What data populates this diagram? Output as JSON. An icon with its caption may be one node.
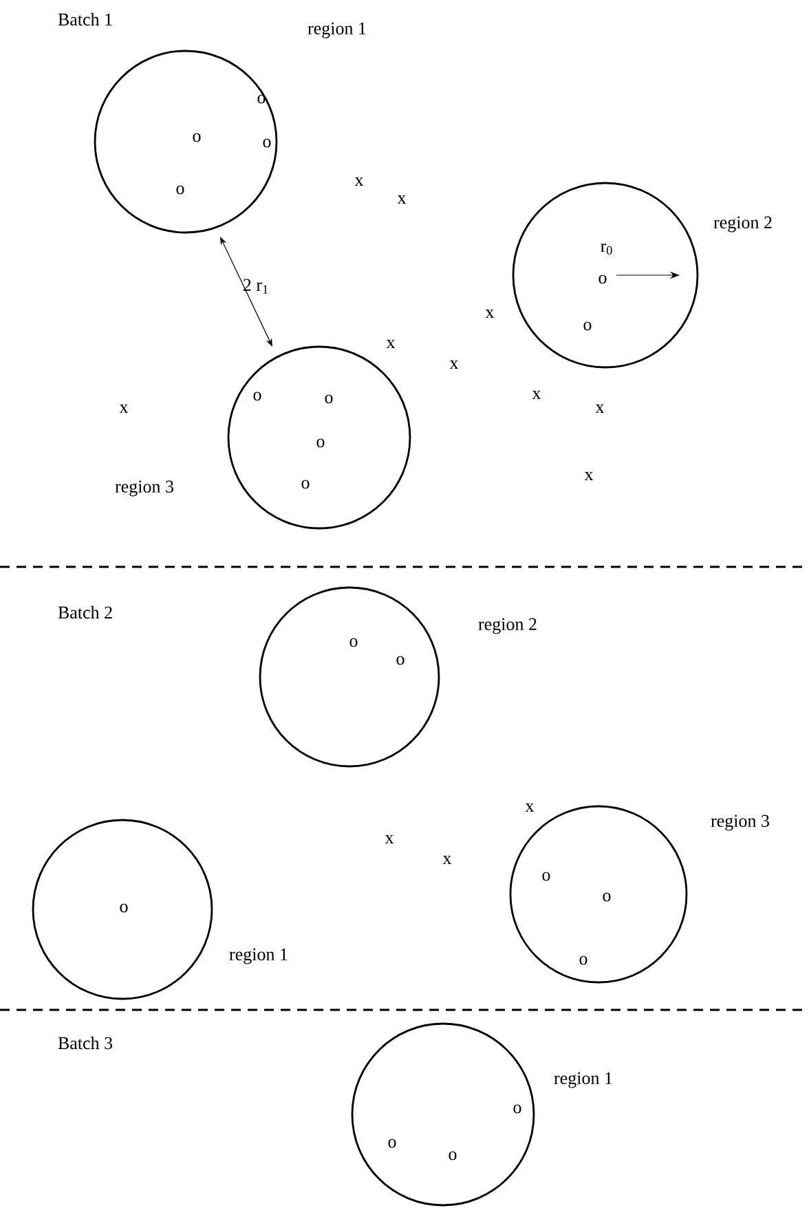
{
  "diagram": {
    "nodes": [
      {
        "text": [],
        "shape": "circle",
        "beside": [
          "region 1"
        ]
      },
      {
        "text": [],
        "shape": "circle",
        "beside": [
          "region 2"
        ]
      },
      {
        "text": [],
        "shape": "circle",
        "beside": [
          "region 3"
        ]
      },
      {
        "text": [],
        "shape": "circle",
        "beside": [
          "region 2"
        ]
      },
      {
        "text": [],
        "shape": "circle",
        "beside": [
          "region 1"
        ]
      },
      {
        "text": [],
        "shape": "circle",
        "beside": [
          "region 3"
        ]
      },
      {
        "text": [],
        "shape": "circle",
        "beside": [
          "region 1"
        ]
      }
    ],
    "labels": [
      "Batch 1",
      "o",
      "o",
      "o",
      "o",
      "x",
      "x",
      "2 r$_{1}$",
      "r$_{0}$",
      "o",
      "x",
      "o",
      "x",
      "x",
      "o",
      "o",
      "x",
      "x",
      "x",
      "o",
      "o",
      "x",
      "Batch 2",
      "o",
      "o",
      "x",
      "x",
      "x",
      "o",
      "o",
      "o",
      "o",
      "Batch 3",
      "o",
      "o",
      "o"
    ]
  }
}
